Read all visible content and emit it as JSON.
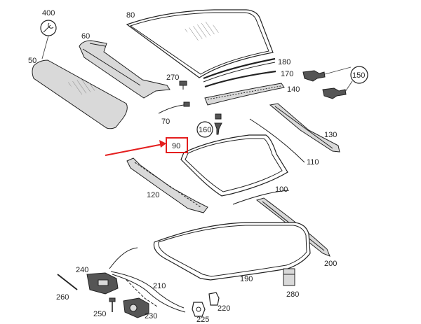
{
  "diagram": {
    "labels": {
      "p400": "400",
      "p80": "80",
      "p60": "60",
      "p50": "50",
      "p180": "180",
      "p170": "170",
      "p270": "270",
      "p150": "150",
      "p140": "140",
      "p70": "70",
      "p160": "160",
      "p130": "130",
      "p90": "90",
      "p110": "110",
      "p100": "100",
      "p120": "120",
      "p200": "200",
      "p190": "190",
      "p240": "240",
      "p210": "210",
      "p280": "280",
      "p260": "260",
      "p220": "220",
      "p250": "250",
      "p230": "230",
      "p225": "225"
    },
    "highlight_color": "#e41e1e",
    "line_color": "#222222",
    "tool_icon": "wrench-icon"
  }
}
